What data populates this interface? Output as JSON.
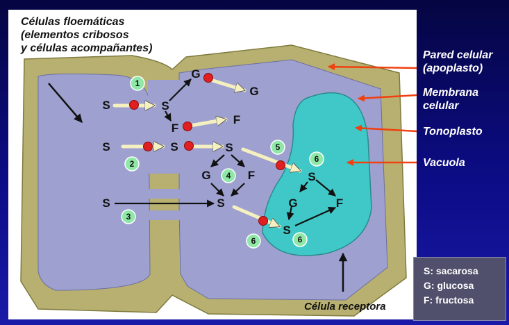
{
  "labels": {
    "phloem_title": [
      "Células floemáticas",
      "(elementos cribosos",
      "y células acompañantes)"
    ],
    "wall": [
      "Pared celular",
      "(apoplasto)"
    ],
    "membrane": [
      "Membrana",
      "celular"
    ],
    "tonoplast": "Tonoplasto",
    "vacuole": "Vacuola",
    "receptor_cell": "Célula receptora"
  },
  "molecules": {
    "s": "S",
    "g": "G",
    "f": "F"
  },
  "steps": {
    "one": "1",
    "two": "2",
    "three": "3",
    "four": "4",
    "five": "5",
    "six": "6"
  },
  "legend": {
    "items": [
      "S: sacarosa",
      "G: glucosa",
      "F: fructosa"
    ]
  },
  "colors": {
    "background": "#0a0a6e",
    "panel": "#ffffff",
    "cell_wall": "#b8b070",
    "cytoplasm": "#9ea0d0",
    "vacuole": "#40c8c8",
    "transporter": "#e02020",
    "flux_arrow": "#f4f0c0",
    "label_arrow": "#f04010",
    "step_circle": "#90e8a8"
  }
}
